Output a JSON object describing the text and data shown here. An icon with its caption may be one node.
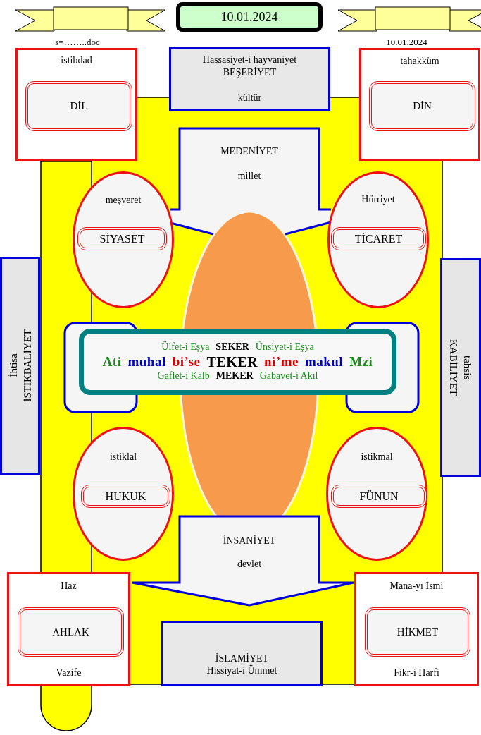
{
  "diagram": {
    "nodes": [
      {
        "text": [
          "10.01.2024"
        ]
      },
      {
        "text": [
          "istibdad"
        ]
      },
      {
        "text": [
          "DİL"
        ],
        "in": 1
      },
      {
        "text": [
          "Hassasiyet-i hayvaniyet",
          "BEŞERİYET",
          "kültür"
        ]
      },
      {
        "text": [
          "tahakküm"
        ]
      },
      {
        "text": [
          "DİN"
        ],
        "in": 4
      },
      {
        "text": [
          "MEDENİYET",
          "millet"
        ]
      },
      {
        "text": [
          "meşveret"
        ]
      },
      {
        "text": [
          "SİYASET"
        ],
        "in": 7
      },
      {
        "text": [
          "Hürriyet"
        ]
      },
      {
        "text": [
          "TİCARET"
        ],
        "in": 9
      },
      {
        "text": [
          "İhtisa",
          "İSTİKBALİYET"
        ]
      },
      {
        "text": [
          "tahsis",
          "KABİLİYET"
        ]
      },
      {
        "text": [
          "Ülfet-i Eşya",
          "SEKER",
          "Ünsiyet-i Eşya",
          "Ati",
          "muhal",
          "bi’se",
          "TEKER",
          "ni’me",
          "makul",
          "Mzi",
          "Gaflet-i Kalb",
          "MEKER",
          "Gabavet-i Akıl"
        ]
      },
      {
        "text": [
          "istiklal"
        ]
      },
      {
        "text": [
          "HUKUK"
        ],
        "in": 14
      },
      {
        "text": [
          "istikmal"
        ]
      },
      {
        "text": [
          "FÜNUN"
        ],
        "in": 16
      },
      {
        "text": [
          "İNSANİYET",
          "devlet"
        ]
      },
      {
        "text": [
          "Haz",
          "Vazife"
        ]
      },
      {
        "text": [
          "AHLAK"
        ],
        "in": 19
      },
      {
        "text": [
          "İSLAMİYET",
          "Hissiyat-i Ümmet"
        ]
      },
      {
        "text": [
          "Mana-yı İsmi",
          "Fikr-i Harfi"
        ]
      },
      {
        "text": [
          "HİKMET"
        ],
        "in": 22
      }
    ],
    "labels": [
      "s=……..doc",
      "10.01.2024"
    ]
  }
}
